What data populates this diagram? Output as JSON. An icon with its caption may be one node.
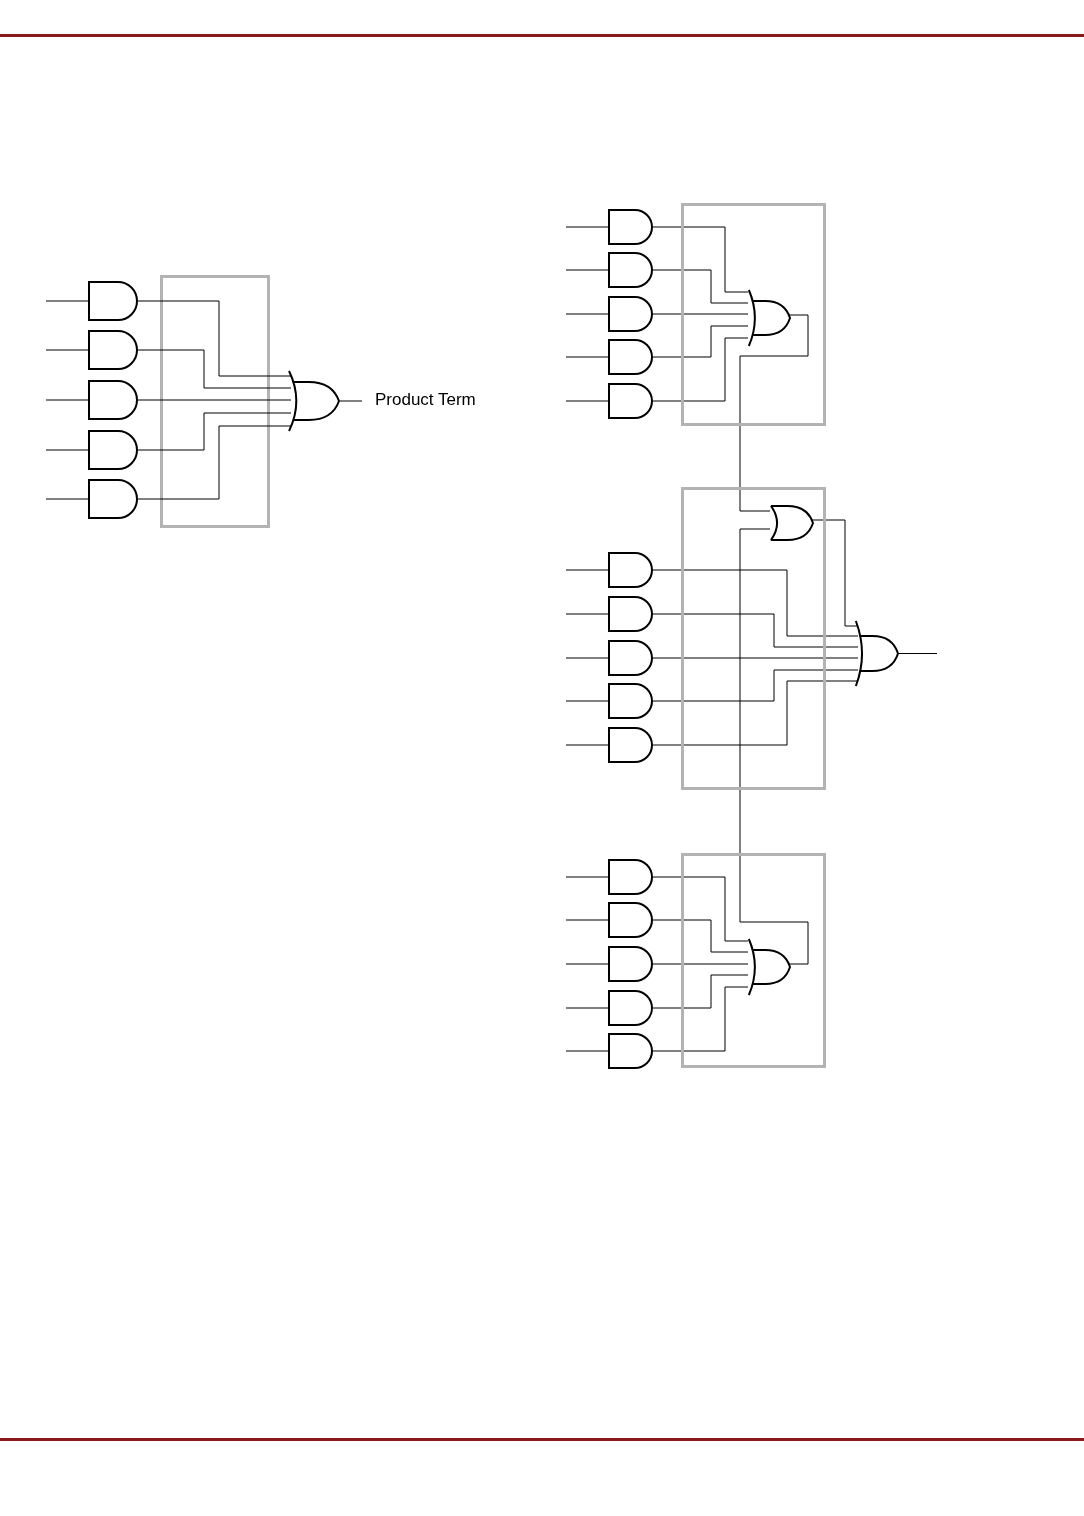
{
  "diagram": {
    "nodes": [
      {
        "text": [],
        "shape": "and-gate"
      },
      {
        "text": [],
        "shape": "and-gate"
      },
      {
        "text": [],
        "shape": "and-gate"
      },
      {
        "text": [],
        "shape": "and-gate"
      },
      {
        "text": [],
        "shape": "and-gate"
      },
      {
        "text": [],
        "shape": "or-gate",
        "beside": [
          "Product Term"
        ]
      },
      {
        "text": [],
        "shape": "box"
      },
      {
        "text": [],
        "shape": "and-gate"
      },
      {
        "text": [],
        "shape": "and-gate"
      },
      {
        "text": [],
        "shape": "and-gate"
      },
      {
        "text": [],
        "shape": "and-gate"
      },
      {
        "text": [],
        "shape": "and-gate"
      },
      {
        "text": [],
        "shape": "or-gate",
        "in": 6
      },
      {
        "text": [],
        "shape": "box"
      },
      {
        "text": [],
        "shape": "or-gate",
        "in": 13
      },
      {
        "text": [],
        "shape": "and-gate"
      },
      {
        "text": [],
        "shape": "and-gate"
      },
      {
        "text": [],
        "shape": "and-gate"
      },
      {
        "text": [],
        "shape": "and-gate"
      },
      {
        "text": [],
        "shape": "and-gate"
      },
      {
        "text": [],
        "shape": "or-gate"
      },
      {
        "text": [],
        "shape": "box"
      },
      {
        "text": [],
        "shape": "and-gate"
      },
      {
        "text": [],
        "shape": "and-gate"
      },
      {
        "text": [],
        "shape": "and-gate"
      },
      {
        "text": [],
        "shape": "and-gate"
      },
      {
        "text": [],
        "shape": "and-gate"
      },
      {
        "text": [],
        "shape": "or-gate",
        "in": 21
      }
    ],
    "edges": [
      {
        "from": null,
        "to": 0,
        "arrow": "none"
      },
      {
        "from": null,
        "to": 1,
        "arrow": "none"
      },
      {
        "from": null,
        "to": 2,
        "arrow": "none"
      },
      {
        "from": null,
        "to": 3,
        "arrow": "none"
      },
      {
        "from": null,
        "to": 4,
        "arrow": "none"
      },
      {
        "from": 0,
        "to": 5,
        "arrow": "none"
      },
      {
        "from": 1,
        "to": 5,
        "arrow": "none"
      },
      {
        "from": 2,
        "to": 5,
        "arrow": "none"
      },
      {
        "from": 3,
        "to": 5,
        "arrow": "none"
      },
      {
        "from": 4,
        "to": 5,
        "arrow": "none"
      },
      {
        "from": 5,
        "to": null,
        "arrow": "none"
      },
      {
        "from": null,
        "to": 7,
        "arrow": "none"
      },
      {
        "from": null,
        "to": 8,
        "arrow": "none"
      },
      {
        "from": null,
        "to": 9,
        "arrow": "none"
      },
      {
        "from": null,
        "to": 10,
        "arrow": "none"
      },
      {
        "from": null,
        "to": 11,
        "arrow": "none"
      },
      {
        "from": 7,
        "to": 12,
        "arrow": "none"
      },
      {
        "from": 8,
        "to": 12,
        "arrow": "none"
      },
      {
        "from": 9,
        "to": 12,
        "arrow": "none"
      },
      {
        "from": 10,
        "to": 12,
        "arrow": "none"
      },
      {
        "from": 11,
        "to": 12,
        "arrow": "none"
      },
      {
        "from": 12,
        "to": 14,
        "arrow": "none"
      },
      {
        "from": null,
        "to": 15,
        "arrow": "none"
      },
      {
        "from": null,
        "to": 16,
        "arrow": "none"
      },
      {
        "from": null,
        "to": 17,
        "arrow": "none"
      },
      {
        "from": null,
        "to": 18,
        "arrow": "none"
      },
      {
        "from": null,
        "to": 19,
        "arrow": "none"
      },
      {
        "from": 15,
        "to": 20,
        "arrow": "none"
      },
      {
        "from": 16,
        "to": 20,
        "arrow": "none"
      },
      {
        "from": 17,
        "to": 20,
        "arrow": "none"
      },
      {
        "from": 18,
        "to": 20,
        "arrow": "none"
      },
      {
        "from": 19,
        "to": 20,
        "arrow": "none"
      },
      {
        "from": 14,
        "to": 20,
        "arrow": "none"
      },
      {
        "from": 20,
        "to": null,
        "arrow": "none"
      },
      {
        "from": null,
        "to": 22,
        "arrow": "none"
      },
      {
        "from": null,
        "to": 23,
        "arrow": "none"
      },
      {
        "from": null,
        "to": 24,
        "arrow": "none"
      },
      {
        "from": null,
        "to": 25,
        "arrow": "none"
      },
      {
        "from": null,
        "to": 26,
        "arrow": "none"
      },
      {
        "from": 22,
        "to": 27,
        "arrow": "none"
      },
      {
        "from": 23,
        "to": 27,
        "arrow": "none"
      },
      {
        "from": 24,
        "to": 27,
        "arrow": "none"
      },
      {
        "from": 25,
        "to": 27,
        "arrow": "none"
      },
      {
        "from": 26,
        "to": 27,
        "arrow": "none"
      },
      {
        "from": 27,
        "to": 14,
        "arrow": "none"
      }
    ]
  }
}
